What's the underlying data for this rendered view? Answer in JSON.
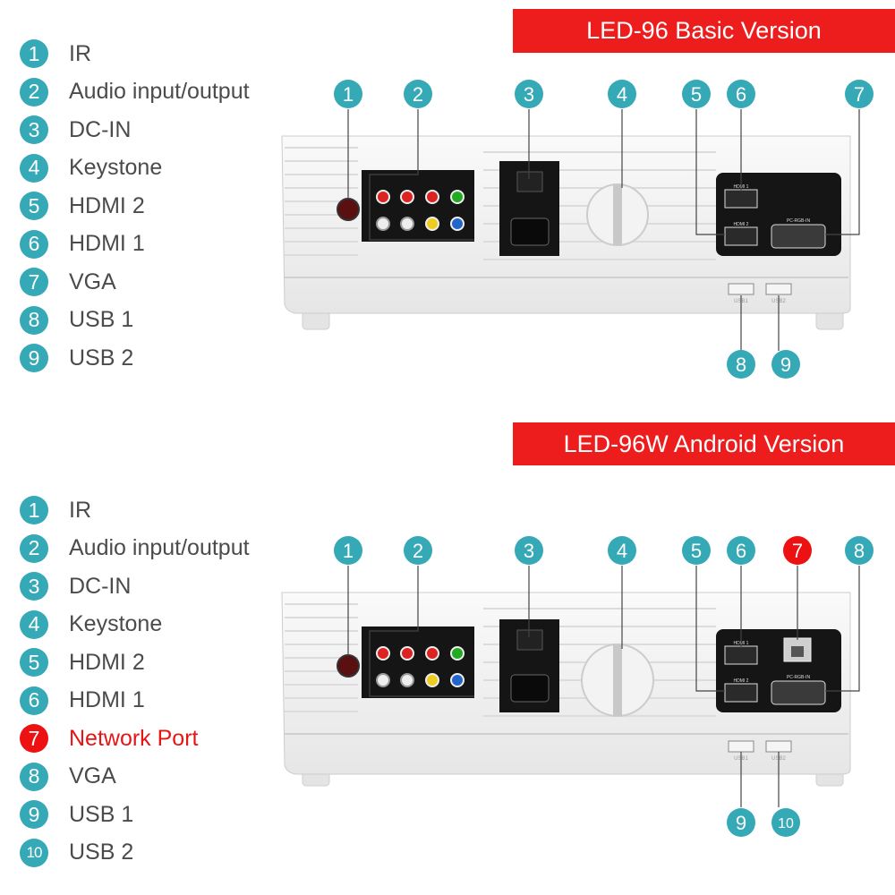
{
  "sections": [
    {
      "banner": "LED-96 Basic Version",
      "legend": [
        {
          "num": "1",
          "label": "IR"
        },
        {
          "num": "2",
          "label": "Audio input/output"
        },
        {
          "num": "3",
          "label": "DC-IN"
        },
        {
          "num": "4",
          "label": "Keystone"
        },
        {
          "num": "5",
          "label": "HDMI 2"
        },
        {
          "num": "6",
          "label": "HDMI 1"
        },
        {
          "num": "7",
          "label": "VGA"
        },
        {
          "num": "8",
          "label": "USB 1"
        },
        {
          "num": "9",
          "label": "USB 2"
        }
      ],
      "callouts": [
        "1",
        "2",
        "3",
        "4",
        "5",
        "6",
        "7",
        "8",
        "9"
      ]
    },
    {
      "banner": "LED-96W Android Version",
      "legend": [
        {
          "num": "1",
          "label": "IR"
        },
        {
          "num": "2",
          "label": "Audio input/output"
        },
        {
          "num": "3",
          "label": "DC-IN"
        },
        {
          "num": "4",
          "label": "Keystone"
        },
        {
          "num": "5",
          "label": "HDMI 2"
        },
        {
          "num": "6",
          "label": "HDMI 1"
        },
        {
          "num": "7",
          "label": "Network Port",
          "highlight": true
        },
        {
          "num": "8",
          "label": "VGA"
        },
        {
          "num": "9",
          "label": "USB 1"
        },
        {
          "num": "10",
          "label": "USB 2"
        }
      ],
      "callouts": [
        "1",
        "2",
        "3",
        "4",
        "5",
        "6",
        "7",
        "8",
        "9",
        "10"
      ]
    }
  ],
  "panel_labels": {
    "hdmi1": "HDMI 1",
    "hdmi2": "HDMI 2",
    "vga": "PC-RGB-IN",
    "usb1": "USB1",
    "usb2": "USB2"
  },
  "colors": {
    "teal": "#35a9b6",
    "red": "#ee1d1d",
    "text": "#4b4b4b",
    "highlight_text": "#e81515"
  }
}
